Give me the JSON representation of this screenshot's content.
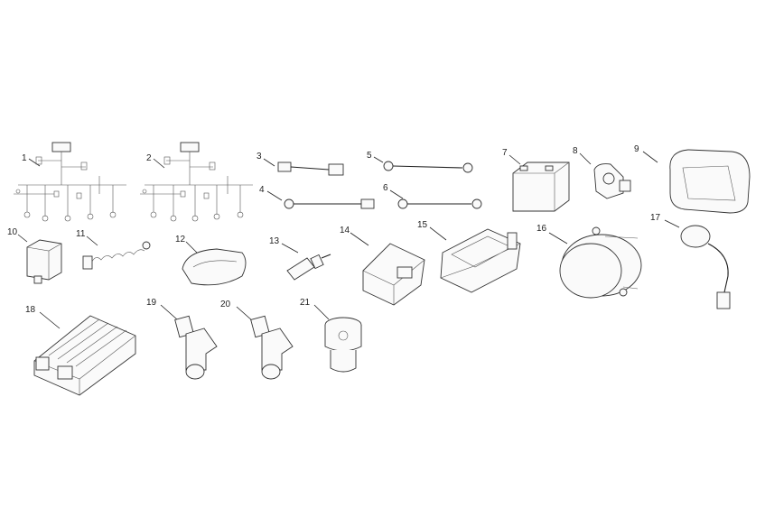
{
  "parts": [
    {
      "number": "1"
    },
    {
      "number": "2"
    },
    {
      "number": "3"
    },
    {
      "number": "4"
    },
    {
      "number": "5"
    },
    {
      "number": "6"
    },
    {
      "number": "7"
    },
    {
      "number": "8"
    },
    {
      "number": "9"
    },
    {
      "number": "10"
    },
    {
      "number": "11"
    },
    {
      "number": "12"
    },
    {
      "number": "13"
    },
    {
      "number": "14"
    },
    {
      "number": "15"
    },
    {
      "number": "16"
    },
    {
      "number": "17"
    },
    {
      "number": "18"
    },
    {
      "number": "19"
    },
    {
      "number": "20"
    },
    {
      "number": "21"
    }
  ],
  "colors": {
    "line": "#333333",
    "fill": "#fafafa",
    "background": "#ffffff"
  }
}
